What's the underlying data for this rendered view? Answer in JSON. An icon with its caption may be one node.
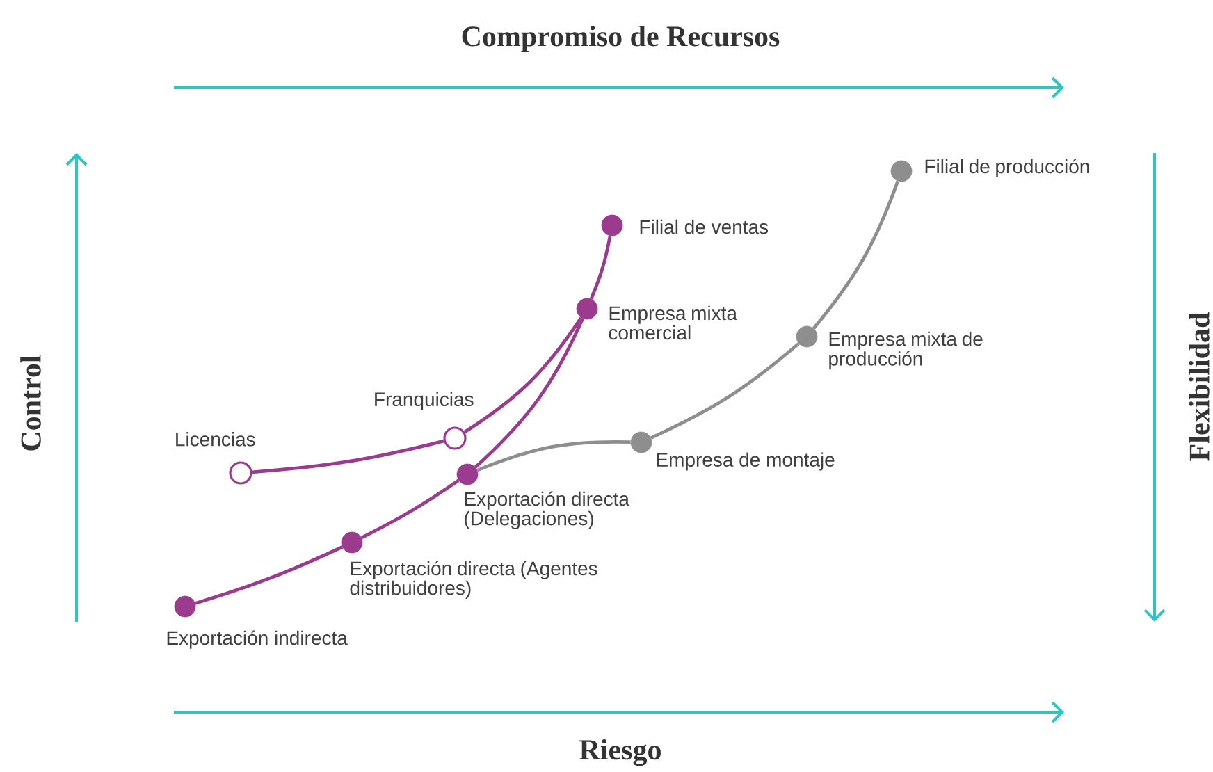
{
  "diagram": {
    "nodes": [
      {
        "text": [],
        "shape": "dot",
        "beside": [
          "Exportación indirecta"
        ]
      },
      {
        "text": [],
        "shape": "dot",
        "beside": [
          "Exportación directa (Agentes distribuidores)"
        ]
      },
      {
        "text": [],
        "shape": "dot",
        "beside": [
          "Exportación directa (Delegaciones)"
        ]
      },
      {
        "text": [],
        "shape": "circle",
        "beside": [
          "Licencias"
        ]
      },
      {
        "text": [],
        "shape": "circle",
        "beside": [
          "Franquicias"
        ]
      },
      {
        "text": [],
        "shape": "dot",
        "beside": [
          "Empresa mixta comercial"
        ]
      },
      {
        "text": [],
        "shape": "dot",
        "beside": [
          "Filial de ventas"
        ]
      },
      {
        "text": [],
        "shape": "dot",
        "beside": [
          "Empresa de montaje"
        ]
      },
      {
        "text": [],
        "shape": "dot",
        "beside": [
          "Empresa mixta de producción"
        ]
      },
      {
        "text": [],
        "shape": "dot",
        "beside": [
          "Filial de producción"
        ]
      }
    ],
    "edges": [
      {
        "from": 0,
        "to": 1,
        "arrow": "none"
      },
      {
        "from": 1,
        "to": 2,
        "arrow": "none"
      },
      {
        "from": 2,
        "to": 5,
        "arrow": "none"
      },
      {
        "from": 5,
        "to": 6,
        "arrow": "none"
      },
      {
        "from": 3,
        "to": 4,
        "arrow": "none"
      },
      {
        "from": 4,
        "to": 5,
        "arrow": "none"
      },
      {
        "from": 2,
        "to": 7,
        "arrow": "none",
        "color": "#8e8e8e"
      },
      {
        "from": 7,
        "to": 8,
        "arrow": "none",
        "color": "#8e8e8e"
      },
      {
        "from": 8,
        "to": 9,
        "arrow": "none",
        "color": "#8e8e8e"
      }
    ],
    "labels": [
      "Compromiso de Recursos",
      "Control",
      "Flexibilidad",
      "Riesgo"
    ]
  }
}
